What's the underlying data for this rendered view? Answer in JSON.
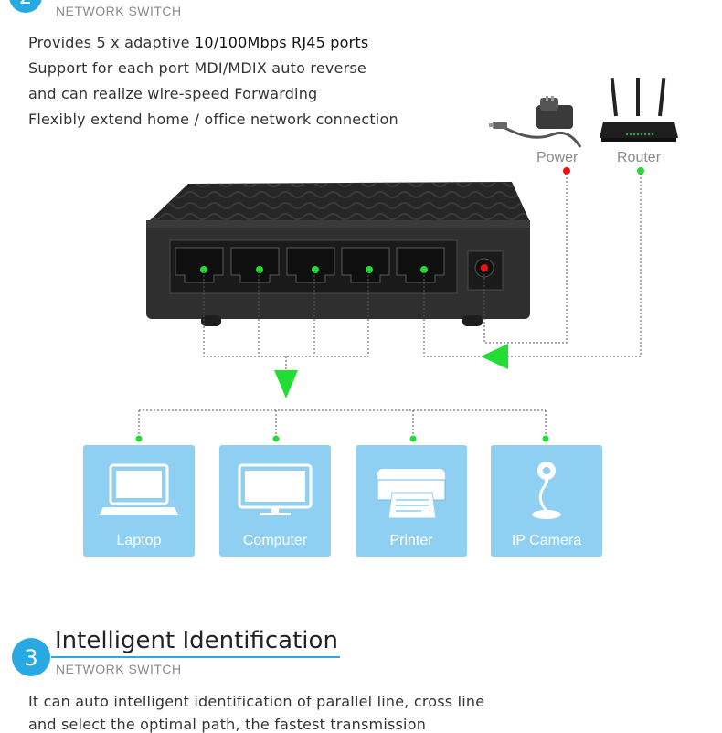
{
  "section2": {
    "badge_number": "2",
    "subtitle": "NETWORK SWITCH",
    "lines": [
      {
        "normal": "Provides 5 x adaptive ",
        "bold": "10/100Mbps RJ45 ports"
      },
      {
        "normal": "Support for each port MDI/MDIX auto reverse",
        "bold": ""
      },
      {
        "normal": "and can realize wire-speed Forwarding",
        "bold": ""
      },
      {
        "normal": "Flexibly extend home / office network connection",
        "bold": ""
      }
    ]
  },
  "diagram": {
    "power_label": "Power",
    "router_label": "Router",
    "devices": [
      {
        "label": "Laptop",
        "icon": "laptop-icon"
      },
      {
        "label": "Computer",
        "icon": "computer-icon"
      },
      {
        "label": "Printer",
        "icon": "printer-icon"
      },
      {
        "label": "IP Camera",
        "icon": "ip-camera-icon"
      }
    ]
  },
  "section3": {
    "badge_number": "3",
    "title": "Intelligent Identification",
    "subtitle": "NETWORK SWITCH",
    "lines": [
      "It can auto intelligent identification of parallel line, cross line",
      "and select the optimal path, the fastest transmission"
    ]
  },
  "colors": {
    "accent_blue": "#29a9e1",
    "card_blue": "#8ecff2",
    "port_led_green": "#22dd33",
    "power_red": "#ee1111"
  }
}
